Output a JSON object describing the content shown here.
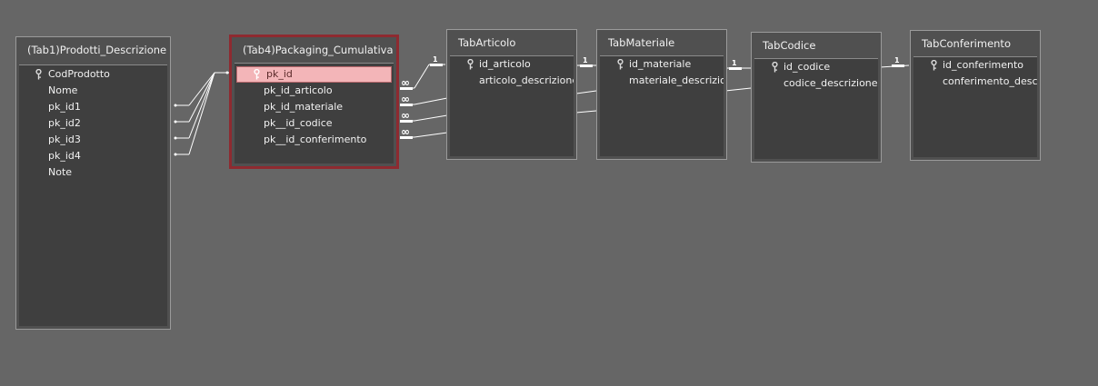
{
  "tables": [
    {
      "id": "t1",
      "title": "(Tab1)Prodotti_Descrizione",
      "fields": [
        {
          "name": "CodProdotto",
          "key": true
        },
        {
          "name": "Nome"
        },
        {
          "name": "pk_id1"
        },
        {
          "name": "pk_id2"
        },
        {
          "name": "pk_id3"
        },
        {
          "name": "pk_id4"
        },
        {
          "name": "Note"
        }
      ]
    },
    {
      "id": "t4",
      "title": "(Tab4)Packaging_Cumulativa",
      "fields": [
        {
          "name": "pk_id",
          "key": true,
          "highlighted": true
        },
        {
          "name": "pk_id_articolo"
        },
        {
          "name": "pk_id_materiale"
        },
        {
          "name": "pk__id_codice"
        },
        {
          "name": "pk__id_conferimento"
        }
      ]
    },
    {
      "id": "art",
      "title": "TabArticolo",
      "fields": [
        {
          "name": "id_articolo",
          "key": true
        },
        {
          "name": "articolo_descrizione"
        }
      ]
    },
    {
      "id": "mat",
      "title": "TabMateriale",
      "fields": [
        {
          "name": "id_materiale",
          "key": true
        },
        {
          "name": "materiale_descrizione"
        }
      ]
    },
    {
      "id": "cod",
      "title": "TabCodice",
      "fields": [
        {
          "name": "id_codice",
          "key": true
        },
        {
          "name": "codice_descrizione"
        }
      ]
    },
    {
      "id": "conf",
      "title": "TabConferimento",
      "fields": [
        {
          "name": "id_conferimento",
          "key": true
        },
        {
          "name": "conferimento_descrizione"
        }
      ]
    }
  ],
  "relation_labels": {
    "one": "1",
    "many": "∞"
  },
  "colors": {
    "background": "#666666",
    "selected_border": "#8e2a30",
    "highlight": "#f3b5b8"
  }
}
